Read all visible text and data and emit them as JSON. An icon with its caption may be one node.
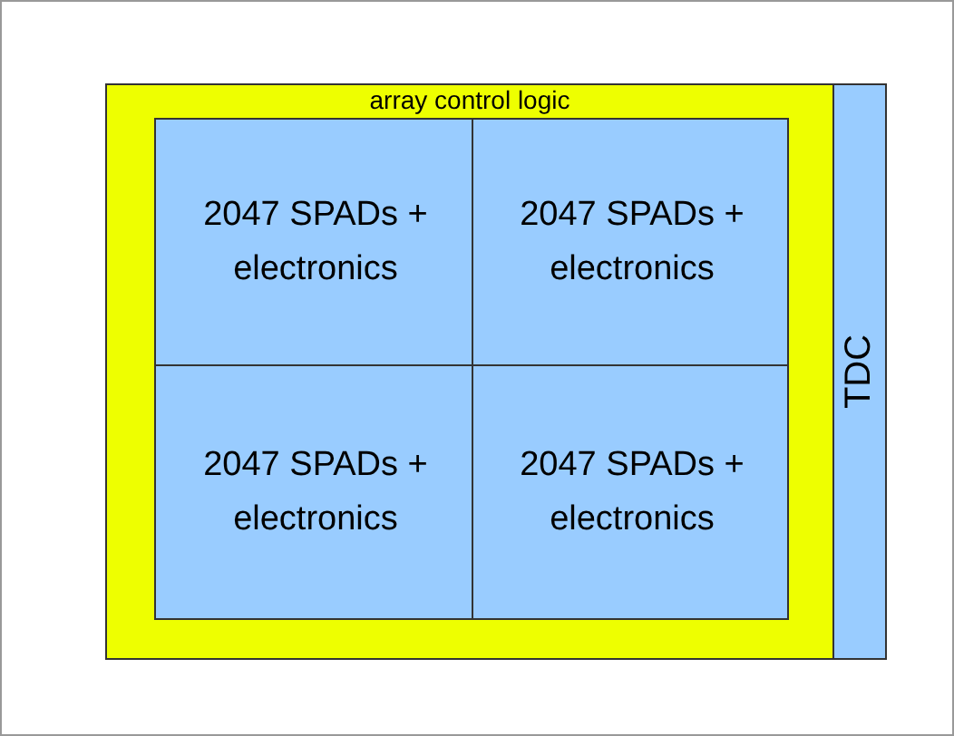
{
  "diagram": {
    "nodes": [
      {
        "text": [
          "array control logic"
        ]
      },
      {
        "text": [
          "2047 SPADs + electronics"
        ],
        "in": 0
      },
      {
        "text": [
          "2047 SPADs + electronics"
        ],
        "in": 0
      },
      {
        "text": [
          "2047 SPADs + electronics"
        ],
        "in": 0
      },
      {
        "text": [
          "2047 SPADs + electronics"
        ],
        "in": 0
      },
      {
        "text": [
          "TDC"
        ]
      }
    ],
    "edges": []
  }
}
